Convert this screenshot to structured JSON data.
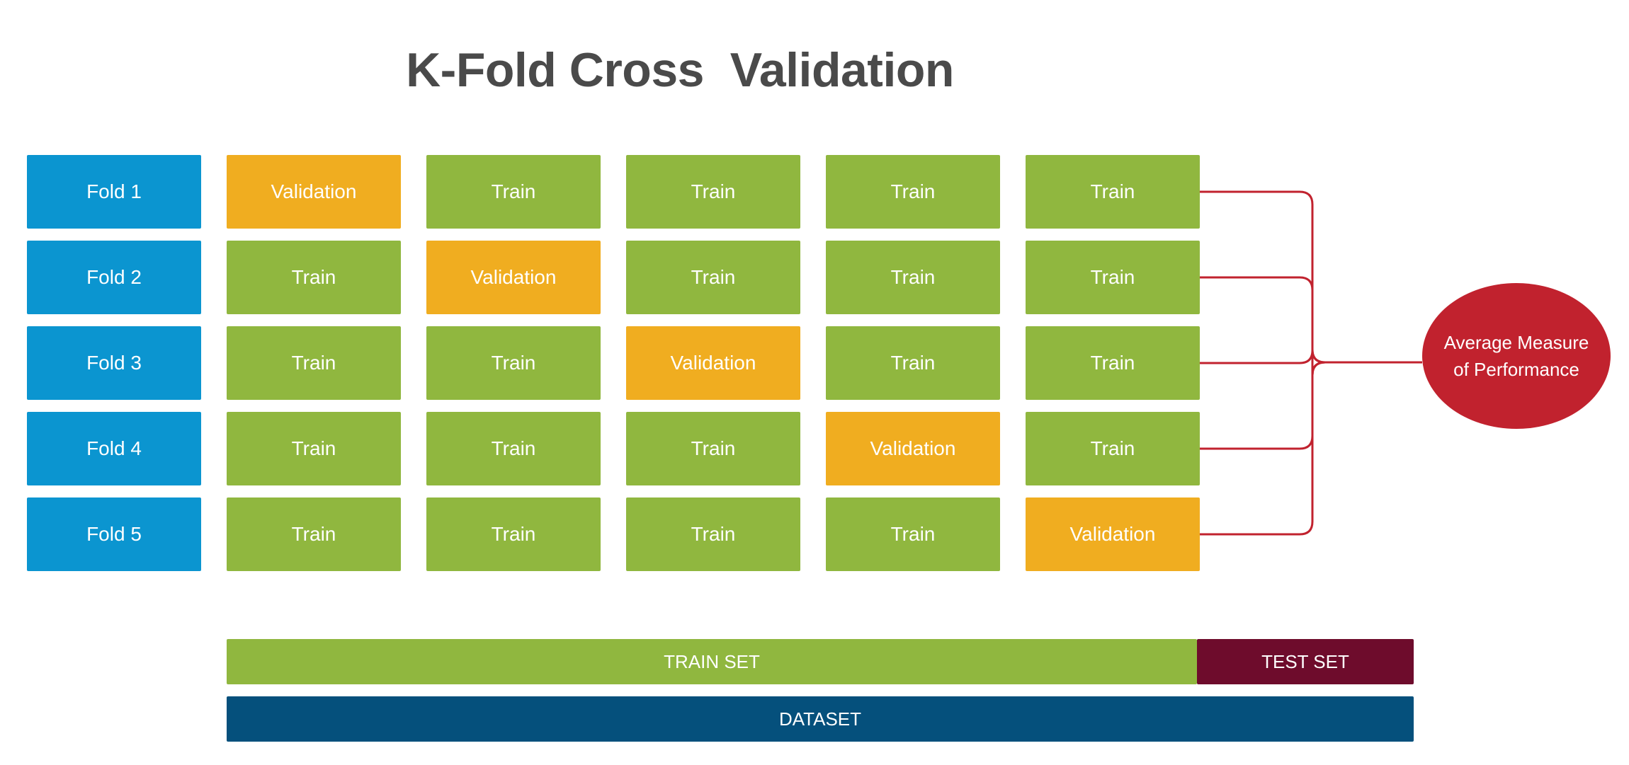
{
  "diagram": {
    "title": "K-Fold Cross  Validation",
    "folds": [
      {
        "label": "Fold 1",
        "cells": [
          "Validation",
          "Train",
          "Train",
          "Train",
          "Train"
        ]
      },
      {
        "label": "Fold 2",
        "cells": [
          "Train",
          "Validation",
          "Train",
          "Train",
          "Train"
        ]
      },
      {
        "label": "Fold 3",
        "cells": [
          "Train",
          "Train",
          "Validation",
          "Train",
          "Train"
        ]
      },
      {
        "label": "Fold 4",
        "cells": [
          "Train",
          "Train",
          "Train",
          "Validation",
          "Train"
        ]
      },
      {
        "label": "Fold 5",
        "cells": [
          "Train",
          "Train",
          "Train",
          "Train",
          "Validation"
        ]
      }
    ],
    "result": {
      "line1": "Average Measure",
      "line2": "of Performance"
    },
    "train_set_label": "TRAIN SET",
    "test_set_label": "TEST SET",
    "dataset_label": "DATASET"
  },
  "colors": {
    "fold_label": "#0b95d0",
    "train": "#90b73f",
    "validation": "#f0ad20",
    "connector": "#c1222e",
    "result": "#c1222e",
    "test_set": "#6e0c2c",
    "dataset": "#05507c",
    "title": "#4a4a4a"
  }
}
